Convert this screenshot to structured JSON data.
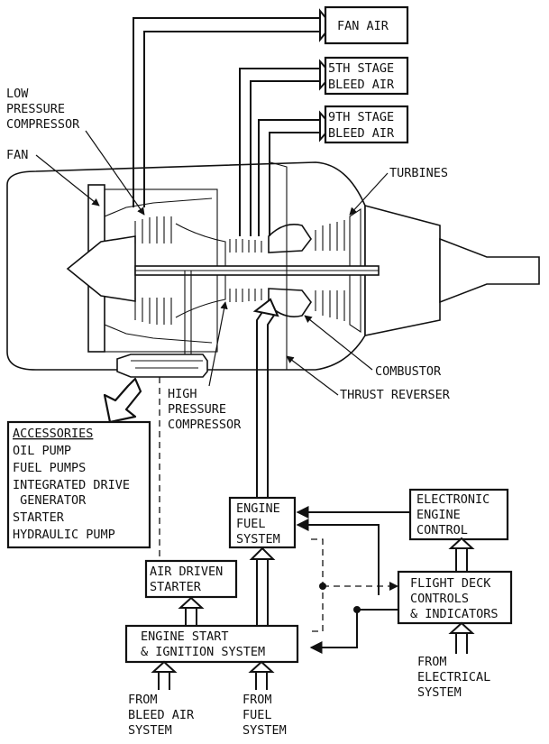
{
  "labels": {
    "fan_air": [
      "FAN AIR"
    ],
    "stage5": [
      "5TH STAGE",
      "BLEED AIR"
    ],
    "stage9": [
      "9TH STAGE",
      "BLEED AIR"
    ],
    "low_pressure_compressor": [
      "LOW",
      "PRESSURE",
      "COMPRESSOR"
    ],
    "fan": [
      "FAN"
    ],
    "turbines": [
      "TURBINES"
    ],
    "combustor": [
      "COMBUSTOR"
    ],
    "thrust_reverser": [
      "THRUST REVERSER"
    ],
    "high_pressure_compressor": [
      "HIGH",
      "PRESSURE",
      "COMPRESSOR"
    ],
    "accessories_title": "ACCESSORIES",
    "accessories_items": [
      "OIL PUMP",
      "FUEL PUMPS",
      "INTEGRATED DRIVE",
      " GENERATOR",
      "STARTER",
      "HYDRAULIC PUMP"
    ],
    "engine_fuel_system": [
      "ENGINE",
      "FUEL",
      "SYSTEM"
    ],
    "electronic_engine_control": [
      "ELECTRONIC",
      "ENGINE",
      "CONTROL"
    ],
    "air_driven_starter": [
      "AIR DRIVEN",
      "STARTER"
    ],
    "flight_deck_controls": [
      "FLIGHT DECK",
      "CONTROLS",
      "& INDICATORS"
    ],
    "engine_start_ignition": [
      "ENGINE START",
      "& IGNITION SYSTEM"
    ],
    "from_electrical": [
      "FROM",
      "ELECTRICAL",
      "SYSTEM"
    ],
    "from_bleed_air": [
      "FROM",
      "BLEED AIR",
      "SYSTEM"
    ],
    "from_fuel": [
      "FROM",
      "FUEL",
      "SYSTEM"
    ]
  }
}
